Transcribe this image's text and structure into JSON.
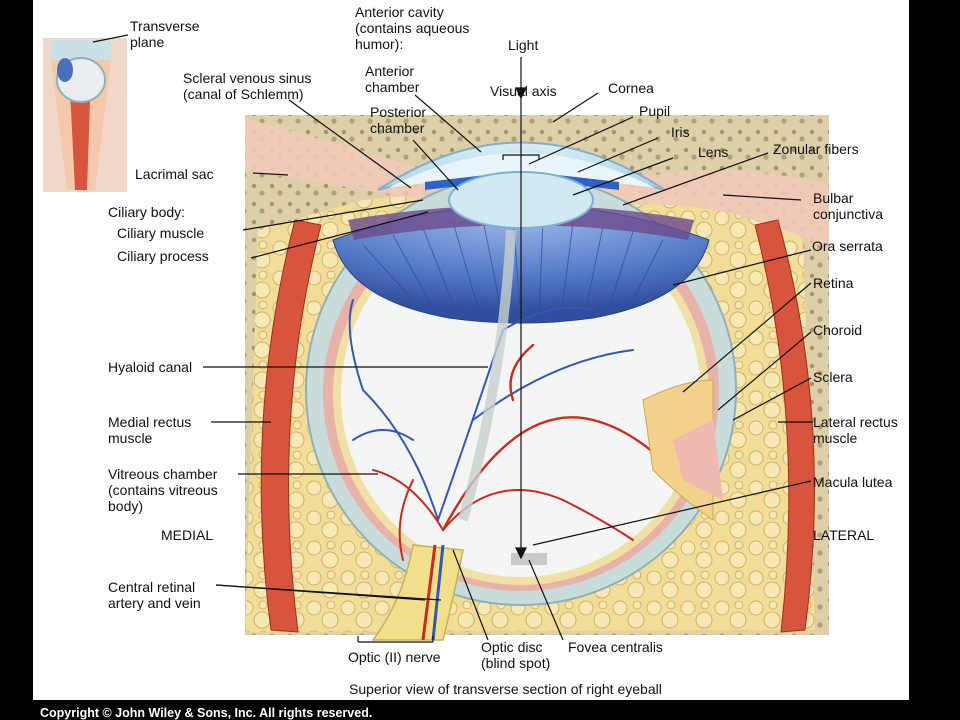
{
  "figure": {
    "caption": "Superior view of transverse section of right eyeball",
    "copyright": "Copyright © John Wiley & Sons, Inc. All rights reserved."
  },
  "labels": {
    "transverse_plane": "Transverse\nplane",
    "anterior_cavity": "Anterior cavity\n(contains aqueous\nhumor):",
    "light": "Light",
    "visual_axis": "Visual axis",
    "cornea": "Cornea",
    "scleral_venous_sinus": "Scleral venous sinus\n(canal of Schlemm)",
    "anterior_chamber": "Anterior\nchamber",
    "pupil": "Pupil",
    "iris": "Iris",
    "posterior_chamber": "Posterior\nchamber",
    "lens": "Lens",
    "zonular_fibers": "Zonular fibers",
    "lacrimal_sac": "Lacrimal sac",
    "bulbar_conjunctiva": "Bulbar\nconjunctiva",
    "ciliary_body": "Ciliary body:",
    "ciliary_muscle": "Ciliary muscle",
    "ora_serrata": "Ora serrata",
    "ciliary_process": "Ciliary process",
    "retina": "Retina",
    "choroid": "Choroid",
    "hyaloid_canal": "Hyaloid canal",
    "sclera": "Sclera",
    "medial_rectus": "Medial rectus\nmuscle",
    "lateral_rectus": "Lateral rectus\nmuscle",
    "vitreous_chamber": "Vitreous chamber\n(contains vitreous\nbody)",
    "macula_lutea": "Macula lutea",
    "medial": "MEDIAL",
    "lateral": "LATERAL",
    "central_retinal": "Central retinal\nartery and vein",
    "optic_nerve": "Optic (II) nerve",
    "optic_disc": "Optic disc\n(blind spot)",
    "fovea_centralis": "Fovea centralis"
  },
  "colors": {
    "fat": "#f2dd97",
    "sclera": "#c8dcdc",
    "muscle": "#d9543c",
    "iris": "#4a6fc0",
    "vitreous": "#f4f6f6",
    "artery": "#cc2a1c",
    "vein": "#3358b8"
  }
}
